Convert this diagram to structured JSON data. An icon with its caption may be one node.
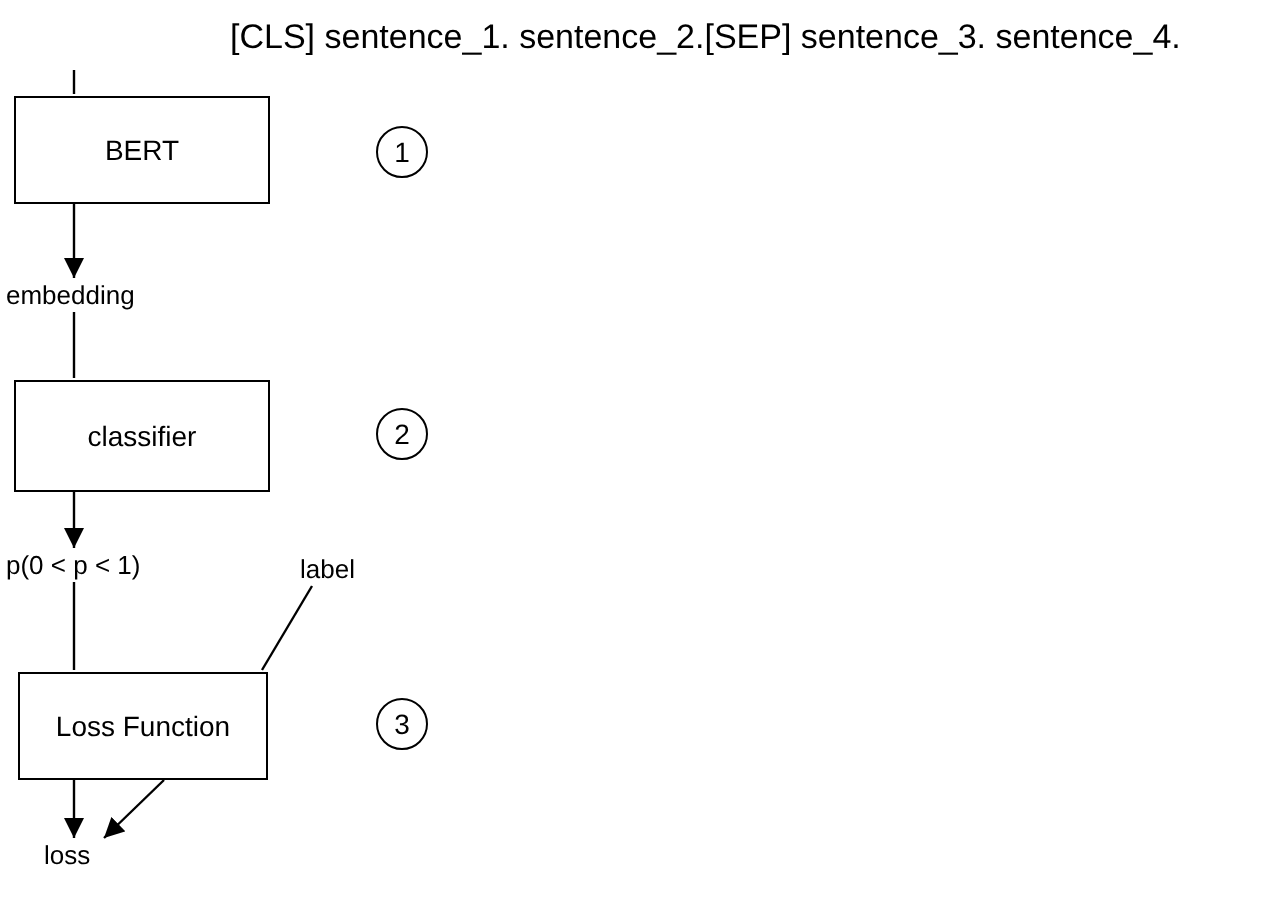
{
  "diagram": {
    "nodes": [
      {
        "text": [
          "BERT"
        ]
      },
      {
        "text": [
          "1"
        ]
      },
      {
        "text": [
          "embedding"
        ]
      },
      {
        "text": [
          "classifier"
        ]
      },
      {
        "text": [
          "2"
        ]
      },
      {
        "text": [
          "p(0 < p < 1)"
        ]
      },
      {
        "text": [
          "label"
        ]
      },
      {
        "text": [
          "Loss Function"
        ]
      },
      {
        "text": [
          "3"
        ]
      },
      {
        "text": [
          "loss"
        ]
      }
    ],
    "edges": [
      {
        "from": null,
        "to": 0,
        "arrow": "none"
      },
      {
        "from": 0,
        "to": 2,
        "arrow": "to"
      },
      {
        "from": 2,
        "to": 3,
        "arrow": "none"
      },
      {
        "from": 3,
        "to": 5,
        "arrow": "to"
      },
      {
        "from": 5,
        "to": 7,
        "arrow": "none"
      },
      {
        "from": 6,
        "to": 7,
        "arrow": "none"
      },
      {
        "from": 7,
        "to": 9,
        "arrow": "to"
      },
      {
        "from": 7,
        "to": 9,
        "arrow": "to"
      }
    ],
    "labels": [
      "[CLS] sentence_1. sentence_2.[SEP] sentence_3. sentence_4."
    ]
  }
}
